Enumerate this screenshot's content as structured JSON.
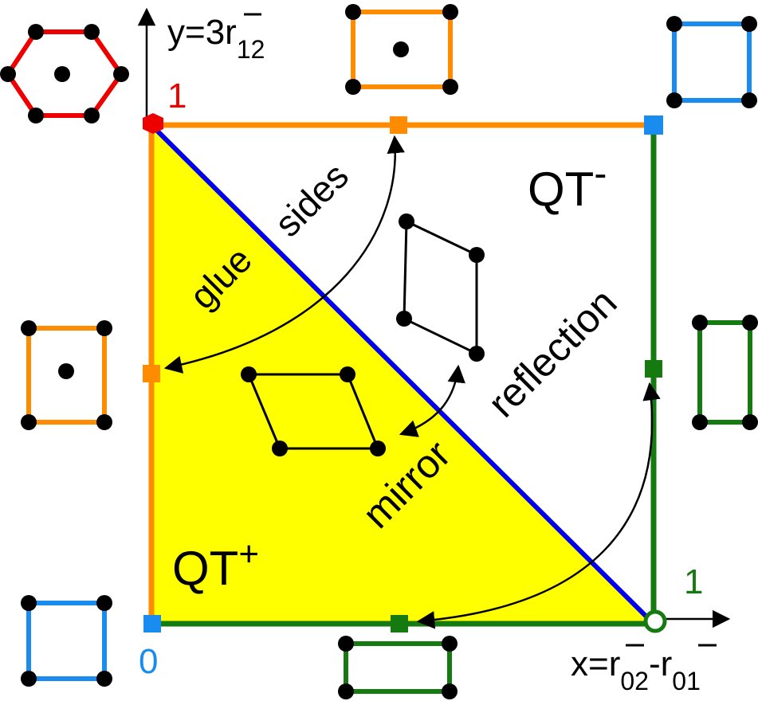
{
  "axes": {
    "y_label_main": "y=3r",
    "y_label_sub": "12",
    "x_label_main": "x=r",
    "x_label_sub1": "02",
    "x_label_mid": "-r",
    "x_label_sub2": "01"
  },
  "tick_labels": {
    "origin": "0",
    "y_one": "1",
    "x_one": "1"
  },
  "regions": {
    "qt_plus": "QT",
    "qt_plus_sup": "+",
    "qt_minus": "QT",
    "qt_minus_sup": "-"
  },
  "annotations": {
    "glue": "glue",
    "sides": "sides",
    "mirror": "mirror",
    "reflection": "reflection"
  },
  "colors": {
    "blue": "#1a8cf0",
    "orange": "#ff8c00",
    "green": "#157a10",
    "red": "#ee0000",
    "yellow": "#ffff00",
    "diagonal": "#0000ee"
  }
}
